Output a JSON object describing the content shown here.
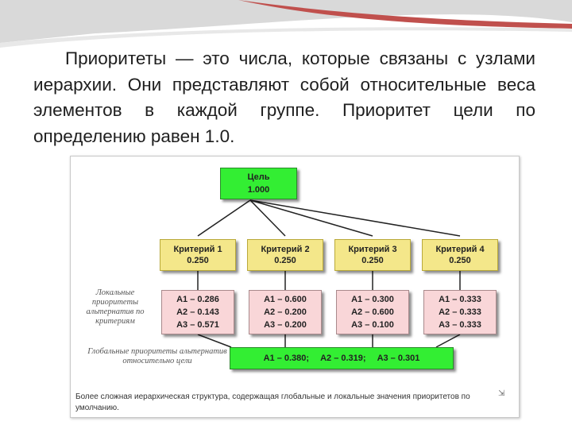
{
  "intro": "Приоритеты — это числа, которые связаны с узлами иерархии. Они представляют собой относительные веса элементов в каждой группе. Приоритет цели по определению равен 1.0.",
  "goal": {
    "title": "Цель",
    "value": "1.000"
  },
  "criteria": [
    {
      "title": "Критерий 1",
      "value": "0.250"
    },
    {
      "title": "Критерий 2",
      "value": "0.250"
    },
    {
      "title": "Критерий 3",
      "value": "0.250"
    },
    {
      "title": "Критерий 4",
      "value": "0.250"
    }
  ],
  "local_priorities": [
    [
      "А1 – 0.286",
      "А2 – 0.143",
      "А3 – 0.571"
    ],
    [
      "А1 – 0.600",
      "А2 – 0.200",
      "А3 – 0.200"
    ],
    [
      "А1 – 0.300",
      "А2 – 0.600",
      "А3 – 0.100"
    ],
    [
      "А1 – 0.333",
      "А2 – 0.333",
      "А3 – 0.333"
    ]
  ],
  "local_label": "Локальные приоритеты альтернатив по критериям",
  "global_label": "Глобальные приоритеты альтернатив относительно цели",
  "global_priorities": [
    "А1 – 0.380;",
    "А2 – 0.319;",
    "А3 – 0.301"
  ],
  "caption": "Более сложная иерархическая структура, содержащая глобальные и локальные значения приоритетов по умолчанию.",
  "expand_icon": "expand-icon",
  "colors": {
    "goal": "#33ee33",
    "criterion": "#f4e78a",
    "local": "#f9d6d8",
    "global": "#33ee33",
    "header_red": "#c0504d",
    "header_grey": "#d9d9d9"
  }
}
